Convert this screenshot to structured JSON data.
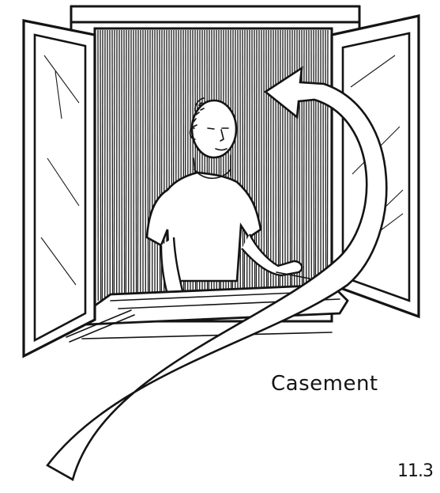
{
  "caption": "Casement",
  "figure_number": "11.3",
  "icons": [
    "curved-arrow-icon",
    "person",
    "casement-window"
  ]
}
